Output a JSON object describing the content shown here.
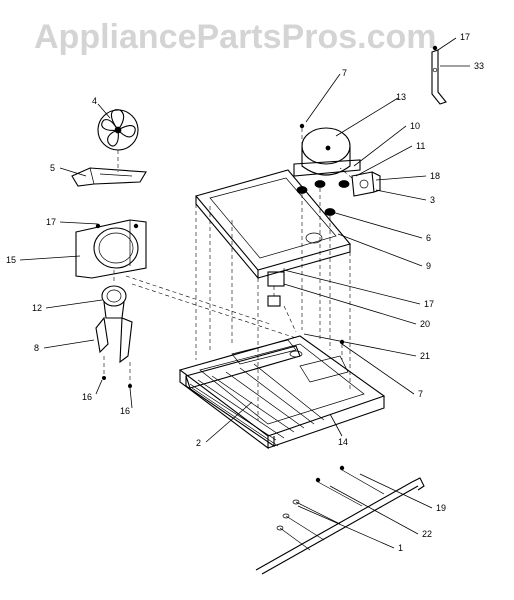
{
  "watermark": "AppliancePartsPros.com",
  "colors": {
    "ink": "#000000",
    "watermark": "#d4d4d4",
    "background": "#ffffff"
  },
  "callouts": {
    "c17_top": "17",
    "c33": "33",
    "c7_top": "7",
    "c13": "13",
    "c10": "10",
    "c11": "11",
    "c18": "18",
    "c3": "3",
    "c6": "6",
    "c9": "9",
    "c17_mid": "17",
    "c20": "20",
    "c21": "21",
    "c7_low": "7",
    "c14": "14",
    "c2": "2",
    "c4": "4",
    "c5": "5",
    "c17_left": "17",
    "c15": "15",
    "c12": "12",
    "c8": "8",
    "c16_a": "16",
    "c16_b": "16",
    "c19": "19",
    "c22": "22",
    "c1": "1"
  }
}
